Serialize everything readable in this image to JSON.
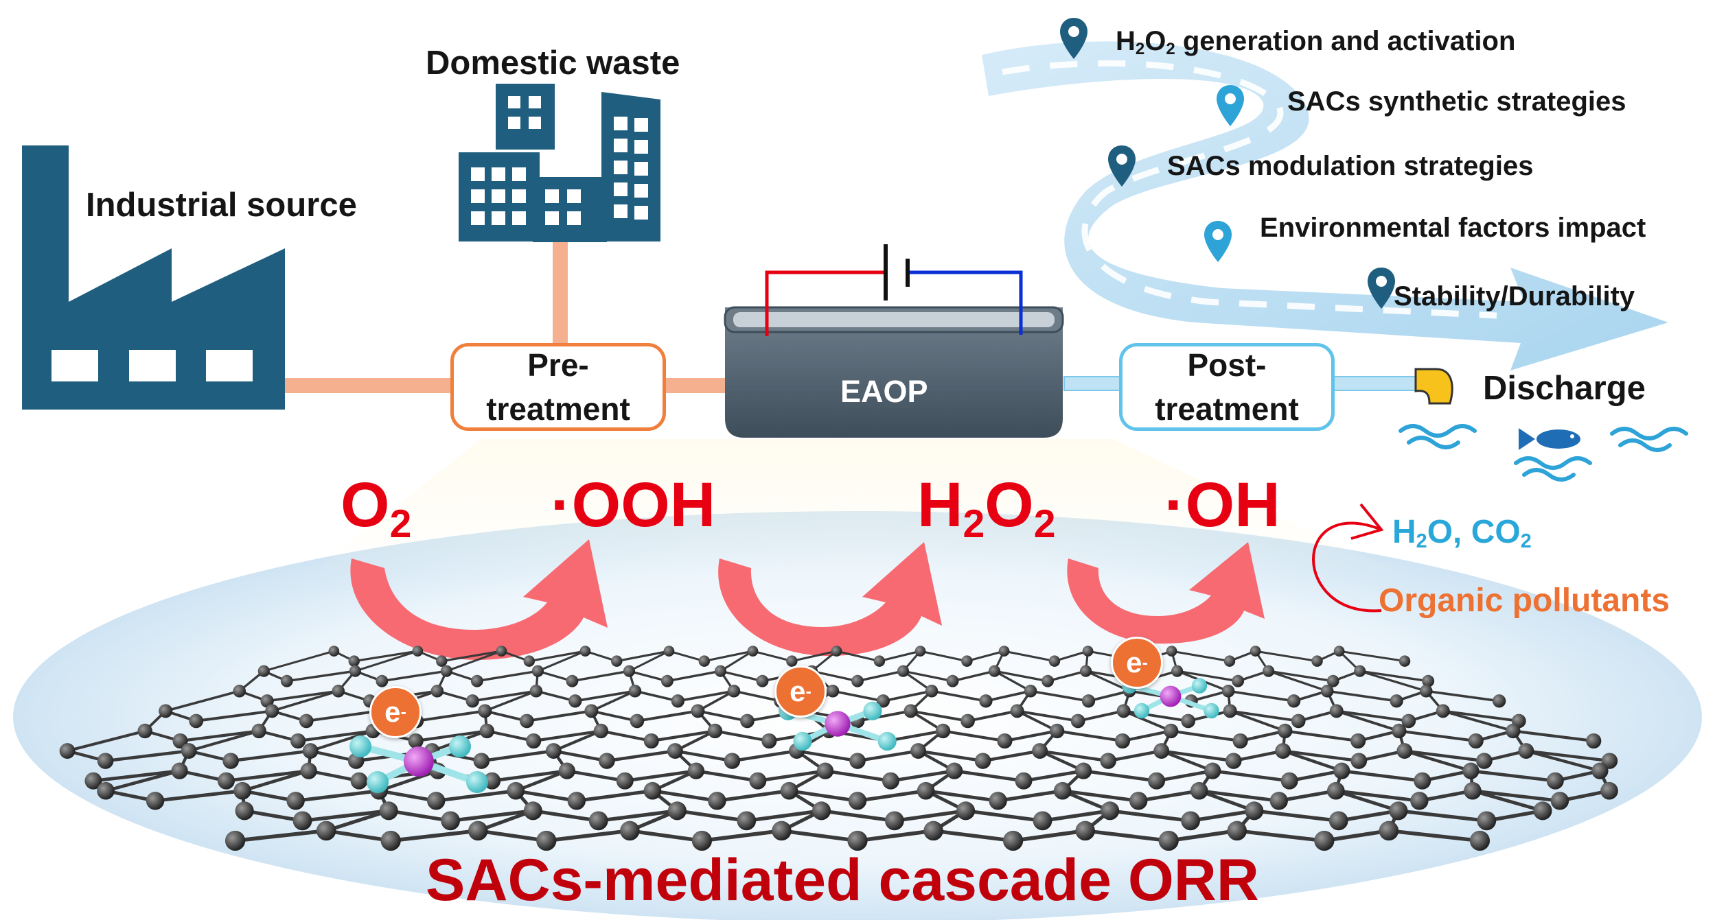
{
  "sources": {
    "industrial": "Industrial source",
    "domestic": "Domestic waste"
  },
  "process": {
    "pretreatment": "Pre-\ntreatment",
    "eaop": "EAOP",
    "posttreatment": "Post-\ntreatment",
    "discharge": "Discharge"
  },
  "roadmap": {
    "items": [
      {
        "main": "H",
        "sub1": "2",
        "mid": "O",
        "sub2": "2",
        "rest": " generation and activation",
        "pin_color": "#1f5e7e"
      },
      {
        "main": "SACs synthetic strategies",
        "pin_color": "#2ea3d8"
      },
      {
        "main": "SACs modulation strategies",
        "pin_color": "#1f5e7e"
      },
      {
        "main": "Environmental factors impact",
        "pin_color": "#2ea3d8"
      },
      {
        "main": "Stability/Durability",
        "pin_color": "#1f5e7e"
      }
    ]
  },
  "cascade": {
    "o2": {
      "main": "O",
      "sub": "2"
    },
    "ooh": "·OOH",
    "h2o2": {
      "a": "H",
      "s1": "2",
      "b": "O",
      "s2": "2"
    },
    "oh": "·OH",
    "electron": {
      "main": "e",
      "sup": "-"
    },
    "products": {
      "a": "H",
      "s1": "2",
      "b": "O, CO",
      "s2": "2"
    },
    "pollutants": "Organic pollutants",
    "title": "SACs-mediated cascade ORR"
  },
  "colors": {
    "factory": "#1f5e7e",
    "pipe_orange": "#f5b18f",
    "pipe_blue": "#bfe3f5",
    "pretreat_border": "#f07f3c",
    "post_border": "#5fc3ea",
    "eaop_box": "#4e5f6e",
    "red_text": "#e60012",
    "title_red": "#c0000b",
    "orange_text": "#ec7133",
    "cyan_text": "#2aa7d9",
    "arrow_pink": "#f76a72",
    "carbon": "#3a3a3a",
    "nitrogen": "#5fd3d8",
    "metal": "#c13fce"
  }
}
